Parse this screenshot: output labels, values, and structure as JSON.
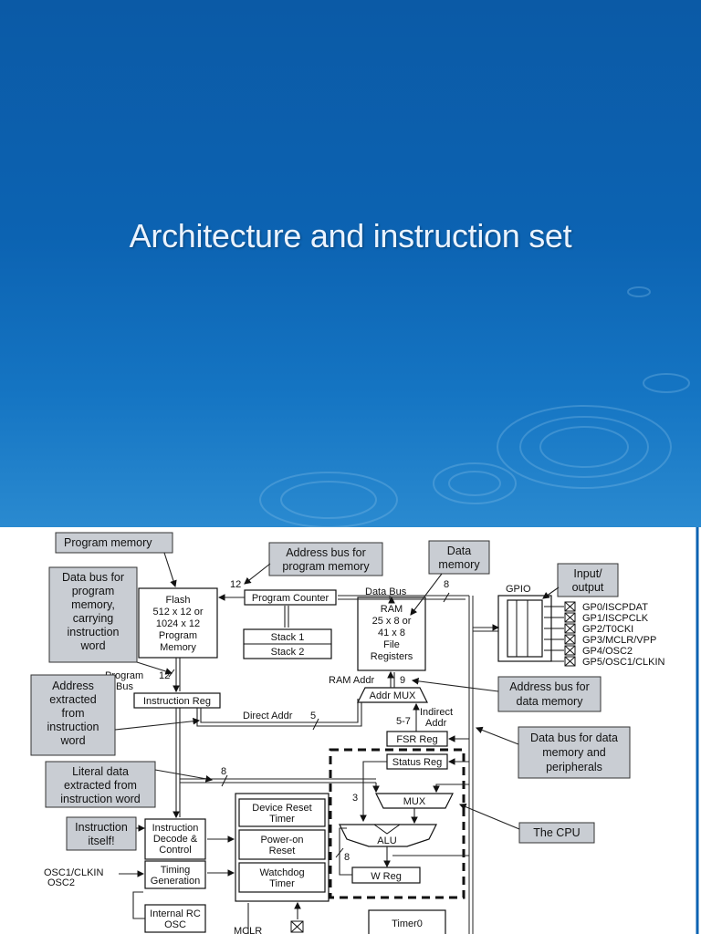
{
  "slide": {
    "title": "Architecture and instruction set"
  },
  "diagram": {
    "callouts": {
      "program_memory": "Program memory",
      "address_bus_program": [
        "Address bus for",
        "program memory"
      ],
      "data_memory": [
        "Data",
        "memory"
      ],
      "input_output": [
        "Input/",
        "output"
      ],
      "data_bus_program": [
        "Data bus for",
        "program",
        "memory,",
        "carrying",
        "instruction",
        "word"
      ],
      "address_extracted": [
        "Address",
        "extracted",
        "from",
        "instruction",
        "word"
      ],
      "literal_data": [
        "Literal data",
        "extracted from",
        "instruction word"
      ],
      "instruction_itself": [
        "Instruction",
        "itself!"
      ],
      "address_bus_data": [
        "Address bus for",
        "data memory"
      ],
      "data_bus_data": [
        "Data bus for data",
        "memory and",
        "peripherals"
      ],
      "the_cpu": "The CPU"
    },
    "blocks": {
      "flash": [
        "Flash",
        "512 x 12 or",
        "1024 x 12",
        "Program",
        "Memory"
      ],
      "program_counter": "Program Counter",
      "stack1": "Stack 1",
      "stack2": "Stack 2",
      "ram": [
        "RAM",
        "25 x 8 or",
        "41 x 8",
        "File",
        "Registers"
      ],
      "instruction_reg": "Instruction Reg",
      "addr_mux": "Addr MUX",
      "fsr_reg": "FSR Reg",
      "status_reg": "Status Reg",
      "mux": "MUX",
      "alu": "ALU",
      "w_reg": "W Reg",
      "instruction_decode": [
        "Instruction",
        "Decode &",
        "Control"
      ],
      "timing_generation": [
        "Timing",
        "Generation"
      ],
      "internal_rc": [
        "Internal RC",
        "OSC"
      ],
      "device_reset": [
        "Device Reset",
        "Timer"
      ],
      "power_on_reset": [
        "Power-on",
        "Reset"
      ],
      "watchdog": [
        "Watchdog",
        "Timer"
      ],
      "gpio": "GPIO",
      "timer0": "Timer0"
    },
    "labels": {
      "data_bus": "Data Bus",
      "program_bus": [
        "Program",
        "Bus"
      ],
      "ram_addr": "RAM Addr",
      "direct_addr": "Direct Addr",
      "indirect_addr": [
        "Indirect",
        "Addr"
      ],
      "osc": [
        "OSC1/CLKIN",
        "OSC2"
      ],
      "mclr": "MCLR",
      "n12a": "12",
      "n12b": "12",
      "n8a": "8",
      "n8b": "8",
      "n8c": "8",
      "n9": "9",
      "n5": "5",
      "n57": "5-7",
      "n3": "3"
    },
    "pins": [
      "GP0/ISCPDAT",
      "GP1/ISCPCLK",
      "GP2/T0CKI",
      "GP3/MCLR/VPP",
      "GP4/OSC2",
      "GP5/OSC1/CLKIN"
    ]
  }
}
